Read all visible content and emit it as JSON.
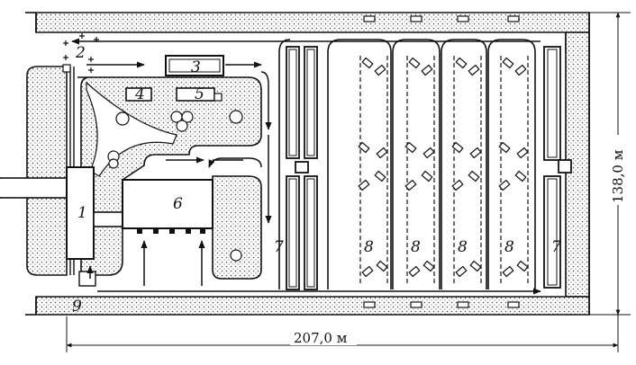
{
  "diagram": {
    "labels": {
      "l1": "1",
      "l2": "2",
      "l3": "3",
      "l4": "4",
      "l5": "5",
      "l6": "6",
      "l7a": "7",
      "l7b": "7",
      "l8a": "8",
      "l8b": "8",
      "l8c": "8",
      "l8d": "8",
      "l9": "9"
    },
    "dimensions": {
      "width": "207,0 м",
      "height": "138,0 м"
    }
  }
}
